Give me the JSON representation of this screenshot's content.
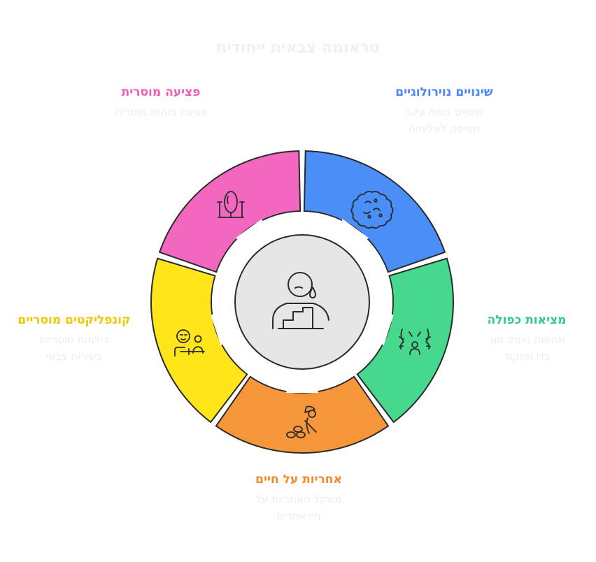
{
  "title": "טראומה צבאית ייחודית",
  "segments": {
    "neuro": {
      "title": "שינויים נוירולוגיים",
      "desc_line1": "שינויים במוח עקב",
      "desc_line2": "חשיפה לאלימות",
      "color": "#4a8ef7",
      "icon": "brain-icon"
    },
    "dual": {
      "title": "מציאות כפולה",
      "desc_line1": "תחושת ניתוק תוך",
      "desc_line2": "כדי תפקוד",
      "color": "#46d98e",
      "icon": "splitting-tree-person-icon"
    },
    "responsibility": {
      "title": "אחריות על חיים",
      "desc_line1": "משקל האחריות על",
      "desc_line2": "חיי אחרים",
      "color": "#f5963a",
      "icon": "soldier-with-stones-icon"
    },
    "conflicts": {
      "title": "קונפליקטים מוסריים",
      "desc_line1": "דילמות מוסריות",
      "desc_line2": "בשירות צבאי",
      "color": "#ffe519",
      "icon": "person-with-rifle-icon"
    },
    "moral": {
      "title": "פציעה מוסרית",
      "desc_line1": "פגיעה בזהות מוסרית",
      "color": "#f268c0",
      "icon": "mirror-icon"
    }
  },
  "center": {
    "icon": "crying-person-on-podium-icon",
    "color": "#e6e6e6"
  }
}
